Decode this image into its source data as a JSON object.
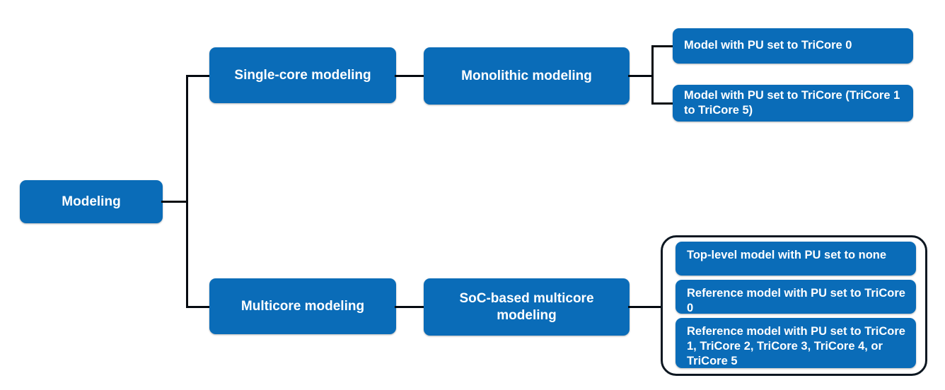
{
  "diagram": {
    "title": "Modeling taxonomy tree",
    "colors": {
      "node_fill": "#0a6cb8",
      "node_text": "#ffffff",
      "connector": "#050a10",
      "group_outline": "#0d1721",
      "background": "#ffffff"
    },
    "nodes": {
      "root": "Modeling",
      "single_core": "Single-core modeling",
      "monolithic": "Monolithic modeling",
      "monolithic_children": [
        "Model with PU set to TriCore 0",
        "Model with PU set to TriCore (TriCore 1 to TriCore 5)"
      ],
      "multicore": "Multicore modeling",
      "soc_based": "SoC-based multicore modeling",
      "soc_children": [
        "Top-level model with PU set to none",
        "Reference model with PU set to TriCore 0",
        "Reference model with PU set to TriCore 1, TriCore 2, TriCore 3, TriCore 4, or TriCore 5"
      ]
    }
  }
}
